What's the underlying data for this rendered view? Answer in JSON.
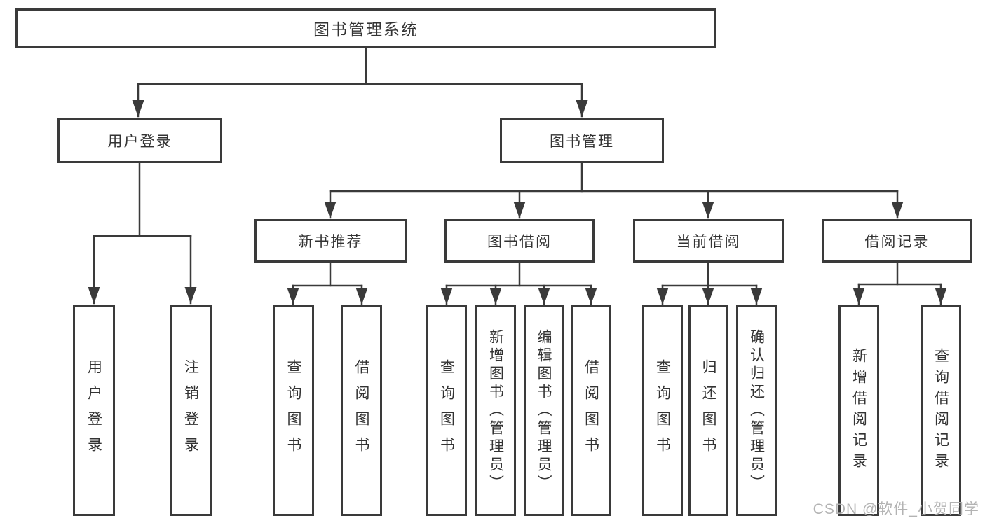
{
  "diagram_title": "图书管理系统",
  "nodes": {
    "root": "图书管理系统",
    "user_login": "用户登录",
    "book_mgmt": "图书管理",
    "new_book_rec": "新书推荐",
    "book_borrow": "图书借阅",
    "current_borrow": "当前借阅",
    "borrow_records": "借阅记录",
    "ul_user_login": "用户登录",
    "ul_logout": "注销登录",
    "nbr_query_book": "查询图书",
    "nbr_borrow_book": "借阅图书",
    "bb_query_book": "查询图书",
    "bb_add_book": "新增图书（管理员）",
    "bb_edit_book": "编辑图书（管理员）",
    "bb_borrow_book": "借阅图书",
    "cb_query_book": "查询图书",
    "cb_return_book": "归还图书",
    "cb_confirm_return": "确认归还（管理员）",
    "br_add_record": "新增借阅记录",
    "br_query_record": "查询借阅记录"
  },
  "hierarchy": {
    "图书管理系统": {
      "用户登录": [
        "用户登录",
        "注销登录"
      ],
      "图书管理": {
        "新书推荐": [
          "查询图书",
          "借阅图书"
        ],
        "图书借阅": [
          "查询图书",
          "新增图书（管理员）",
          "编辑图书（管理员）",
          "借阅图书"
        ],
        "当前借阅": [
          "查询图书",
          "归还图书",
          "确认归还（管理员）"
        ],
        "借阅记录": [
          "新增借阅记录",
          "查询借阅记录"
        ]
      }
    }
  },
  "watermark": "CSDN @软件_小贺同学",
  "colors": {
    "line": "#3a3a3a",
    "text": "#333333",
    "watermark": "#afafaf",
    "background": "#ffffff"
  }
}
